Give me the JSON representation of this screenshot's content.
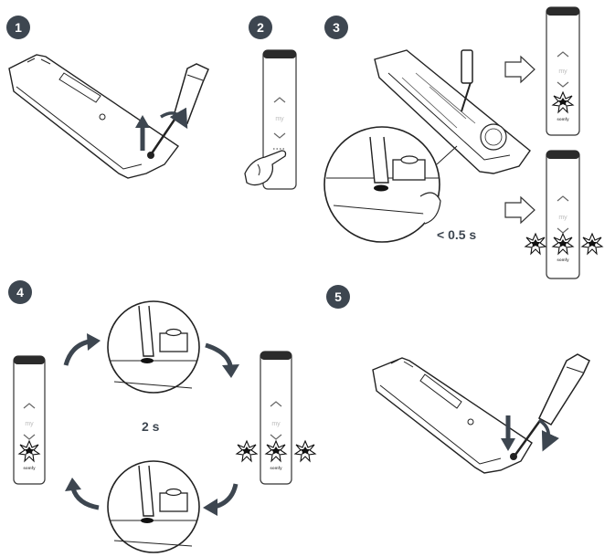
{
  "steps": [
    {
      "number": "1"
    },
    {
      "number": "2"
    },
    {
      "number": "3",
      "caption": "< 0.5 s"
    },
    {
      "number": "4",
      "caption": "2 s"
    },
    {
      "number": "5"
    }
  ],
  "remote": {
    "my_label": "my",
    "brand": "somfy"
  },
  "colors": {
    "badge": "#3d4650",
    "arrow": "#3d4650",
    "line": "#222222"
  },
  "icons": [
    "screwdriver-icon",
    "curved-arrow-icon",
    "flash-icon",
    "hollow-arrow-icon",
    "finger-press-icon"
  ]
}
